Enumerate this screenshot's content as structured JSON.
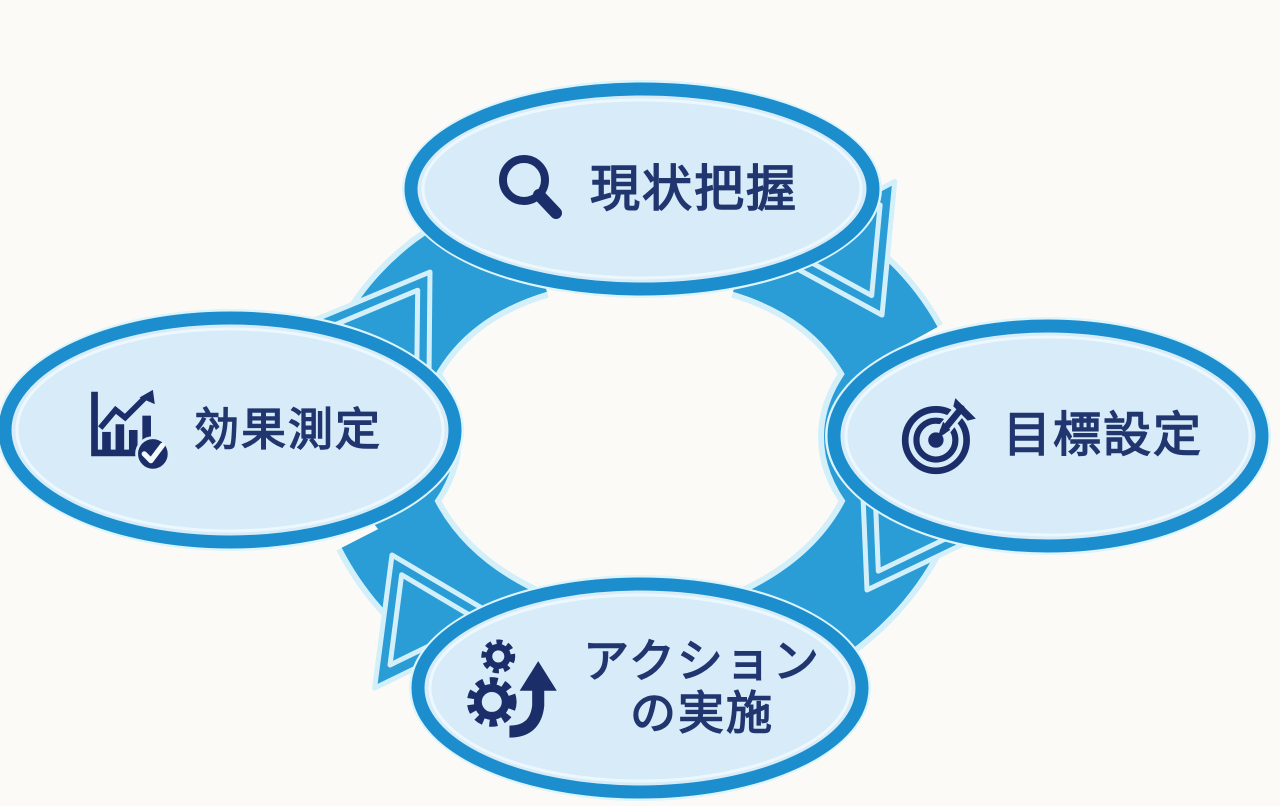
{
  "diagram": {
    "type": "cycle",
    "direction": "clockwise",
    "background_color": "#fcfaf7",
    "band_color": "#2a9cd6",
    "band_outline_color": "#d3f0fa",
    "node_fill_color": "#d7ecf8",
    "node_border_color": "#1d8ecd",
    "text_color": "#21356f",
    "icon_color": "#1b2e6a",
    "nodes": [
      {
        "id": "current-state",
        "position": "top",
        "label": "現状把握",
        "icon": "magnifier-icon"
      },
      {
        "id": "goal-setting",
        "position": "right",
        "label": "目標設定",
        "icon": "target-arrow-icon"
      },
      {
        "id": "action",
        "position": "bottom",
        "label_line1": "アクション",
        "label_line2": "の実施",
        "icon": "gears-up-arrow-icon"
      },
      {
        "id": "measurement",
        "position": "left",
        "label": "効果測定",
        "icon": "chart-check-icon"
      }
    ],
    "sequence": [
      "現状把握",
      "目標設定",
      "アクションの実施",
      "効果測定"
    ]
  }
}
